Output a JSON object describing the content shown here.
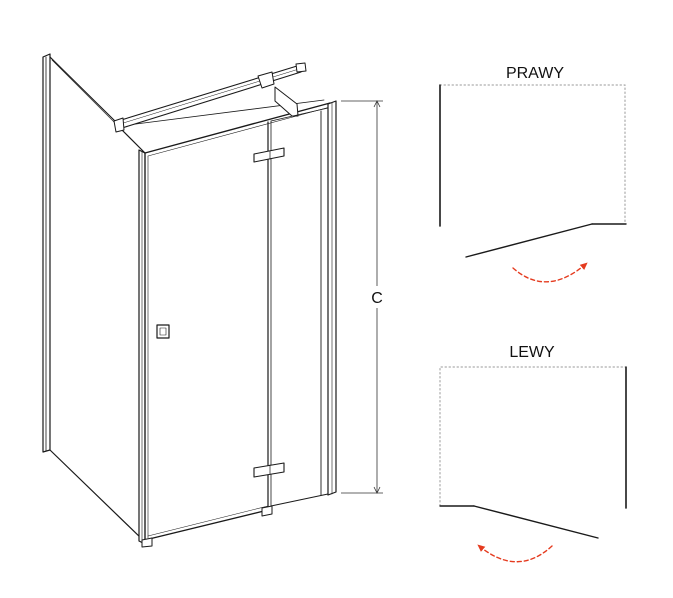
{
  "diagram": {
    "dimension_label": "C",
    "variants": [
      {
        "label": "PRAWY"
      },
      {
        "label": "LEWY"
      }
    ]
  },
  "colors": {
    "line": "#1a1a1a",
    "thin_line": "#333333",
    "dotted": "#9a9a9a",
    "arrow": "#e53b1f"
  }
}
